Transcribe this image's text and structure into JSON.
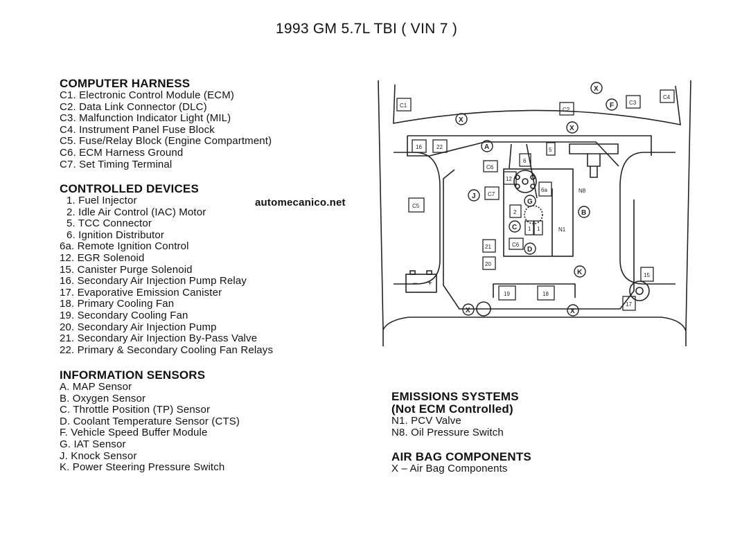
{
  "title": "1993 GM 5.7L TBI ( VIN 7 )",
  "watermark": "automecanico.net",
  "computer_harness": {
    "heading": "COMPUTER HARNESS",
    "items": [
      "C1. Electronic Control Module (ECM)",
      "C2. Data Link Connector (DLC)",
      "C3. Malfunction Indicator Light (MIL)",
      "C4. Instrument Panel Fuse Block",
      "C5. Fuse/Relay Block (Engine Compartment)",
      "C6. ECM Harness Ground",
      "C7. Set Timing Terminal"
    ]
  },
  "controlled_devices": {
    "heading": "CONTROLLED DEVICES",
    "items": [
      "1. Fuel Injector",
      "2. Idle Air Control (IAC) Motor",
      "5. TCC Connector",
      "6. Ignition Distributor",
      "6a. Remote Ignition Control",
      "12. EGR Solenoid",
      "15. Canister Purge Solenoid",
      "16. Secondary Air Injection Pump Relay",
      "17. Evaporative Emission Canister",
      "18. Primary Cooling Fan",
      "19. Secondary Cooling Fan",
      "20. Secondary Air Injection Pump",
      "21. Secondary Air Injection By-Pass Valve",
      "22. Primary & Secondary Cooling Fan Relays"
    ]
  },
  "information_sensors": {
    "heading": "INFORMATION SENSORS",
    "items": [
      "A. MAP Sensor",
      "B. Oxygen Sensor",
      "C. Throttle Position (TP) Sensor",
      "D. Coolant Temperature Sensor (CTS)",
      "F. Vehicle Speed Buffer Module",
      "G. IAT Sensor",
      "J. Knock Sensor",
      "K. Power Steering Pressure Switch"
    ]
  },
  "emissions": {
    "heading": "EMISSIONS SYSTEMS",
    "subheading": "(Not ECM Controlled)",
    "items": [
      "N1. PCV Valve",
      "N8. Oil Pressure Switch"
    ]
  },
  "airbag": {
    "heading": "AIR BAG COMPONENTS",
    "items": [
      "X  –  Air Bag Components"
    ]
  },
  "diagram_labels": {
    "c1": "C1",
    "c2": "C2",
    "c3": "C3",
    "c4": "C4",
    "c5": "C5",
    "c6": "C6",
    "c6b": "C6",
    "c7": "C7",
    "n1": "N1",
    "n8": "N8",
    "l16": "16",
    "l22": "22",
    "l5": "5",
    "l6": "6",
    "l12": "12",
    "l6a": "6a",
    "l2": "2",
    "l1a": "1",
    "l1b": "1",
    "l21": "21",
    "l20": "20",
    "l19": "19",
    "l18": "18",
    "l15": "15",
    "l17": "17",
    "a": "A",
    "b": "B",
    "c": "C",
    "d": "D",
    "f": "F",
    "g": "G",
    "j": "J",
    "k": "K",
    "x": "X",
    "battery_minus": "–",
    "battery_plus": "+"
  }
}
